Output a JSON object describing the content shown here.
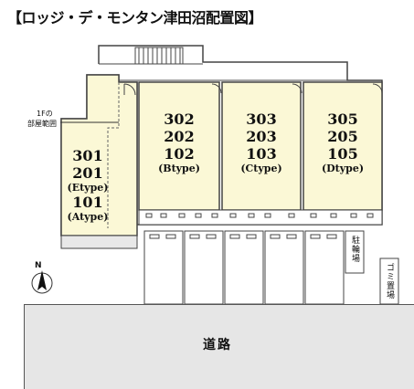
{
  "title": "【ロッジ・デ・モンタン津田沼配置図】",
  "units": [
    {
      "lines": [
        "301",
        "201",
        "(Etype)",
        "101",
        "(Atype)"
      ]
    },
    {
      "lines": [
        "302",
        "202",
        "102",
        "(Btype)"
      ]
    },
    {
      "lines": [
        "303",
        "203",
        "103",
        "(Ctype)"
      ]
    },
    {
      "lines": [
        "305",
        "205",
        "105",
        "(Dtype)"
      ]
    }
  ],
  "note": {
    "line1": "1Fの",
    "line2": "部屋範囲"
  },
  "bicycle_parking": "駐輪場",
  "garbage_area": "ゴミ置場",
  "road": "道路",
  "north": "N",
  "colors": {
    "unit_fill": "#fbf8d6",
    "road_fill": "#e6e6e6",
    "outline": "#444444"
  }
}
